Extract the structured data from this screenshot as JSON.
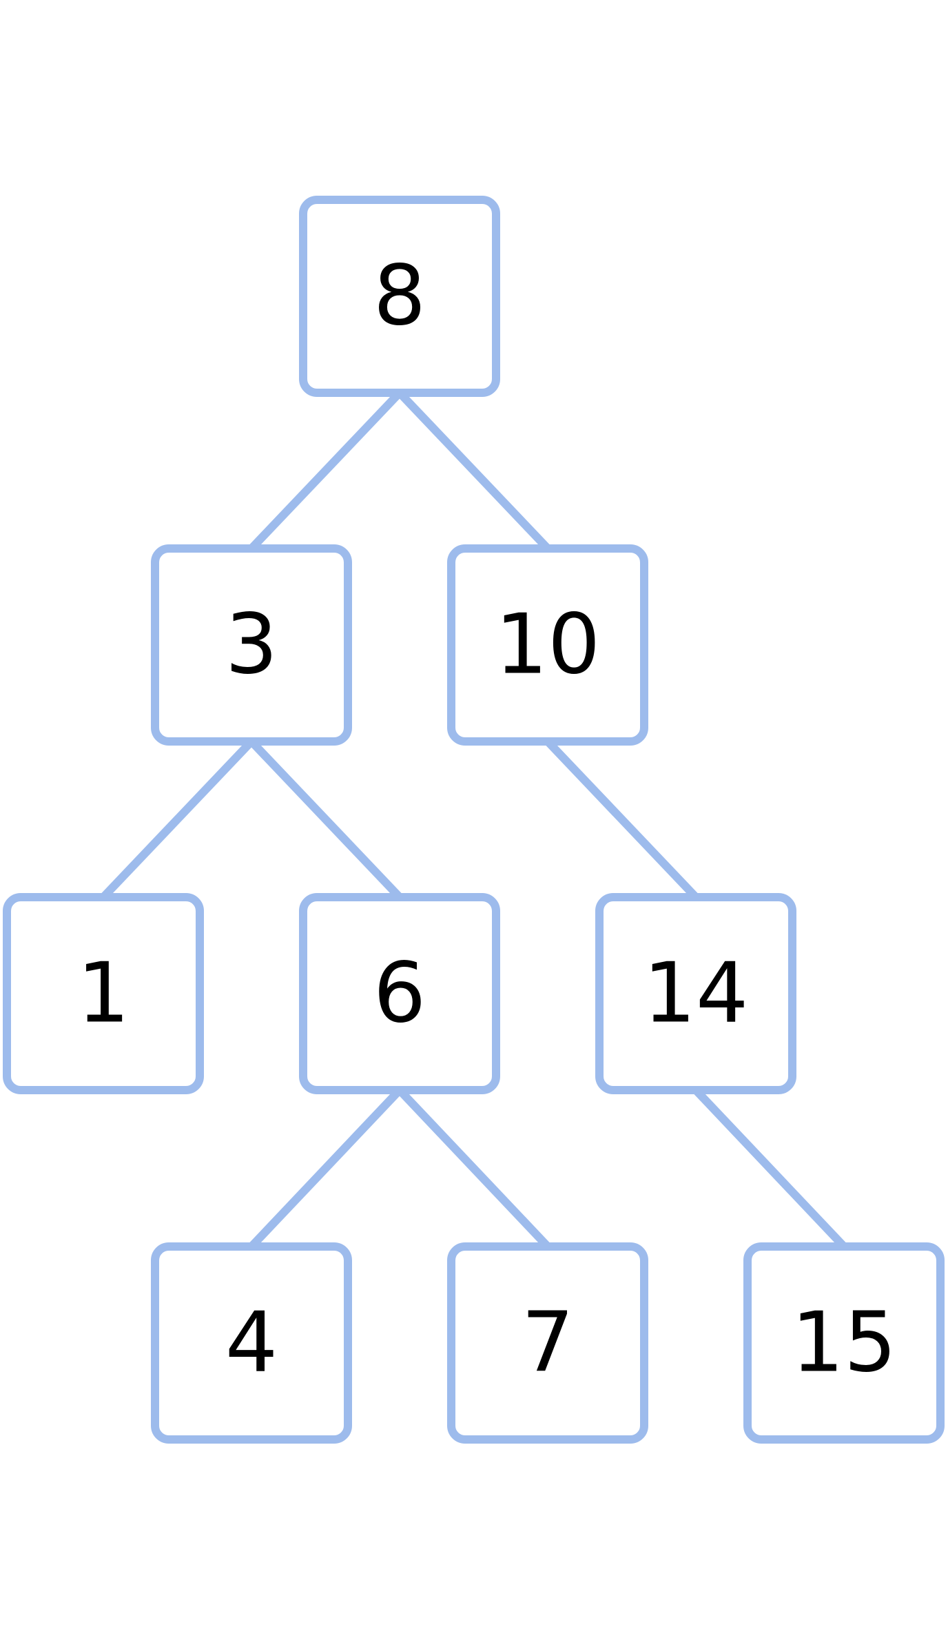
{
  "style": {
    "stroke_color": "#9dbbec",
    "text_color": "#000000",
    "background": "#ffffff"
  },
  "tree": {
    "nodes": [
      {
        "id": "n8",
        "label": "8"
      },
      {
        "id": "n3",
        "label": "3"
      },
      {
        "id": "n10",
        "label": "10"
      },
      {
        "id": "n1",
        "label": "1"
      },
      {
        "id": "n6",
        "label": "6"
      },
      {
        "id": "n14",
        "label": "14"
      },
      {
        "id": "n4",
        "label": "4"
      },
      {
        "id": "n7",
        "label": "7"
      },
      {
        "id": "n15",
        "label": "15"
      }
    ],
    "edges": [
      {
        "from": "n8",
        "to": "n3"
      },
      {
        "from": "n8",
        "to": "n10"
      },
      {
        "from": "n3",
        "to": "n1"
      },
      {
        "from": "n3",
        "to": "n6"
      },
      {
        "from": "n10",
        "to": "n14"
      },
      {
        "from": "n6",
        "to": "n4"
      },
      {
        "from": "n6",
        "to": "n7"
      },
      {
        "from": "n14",
        "to": "n15"
      }
    ]
  }
}
